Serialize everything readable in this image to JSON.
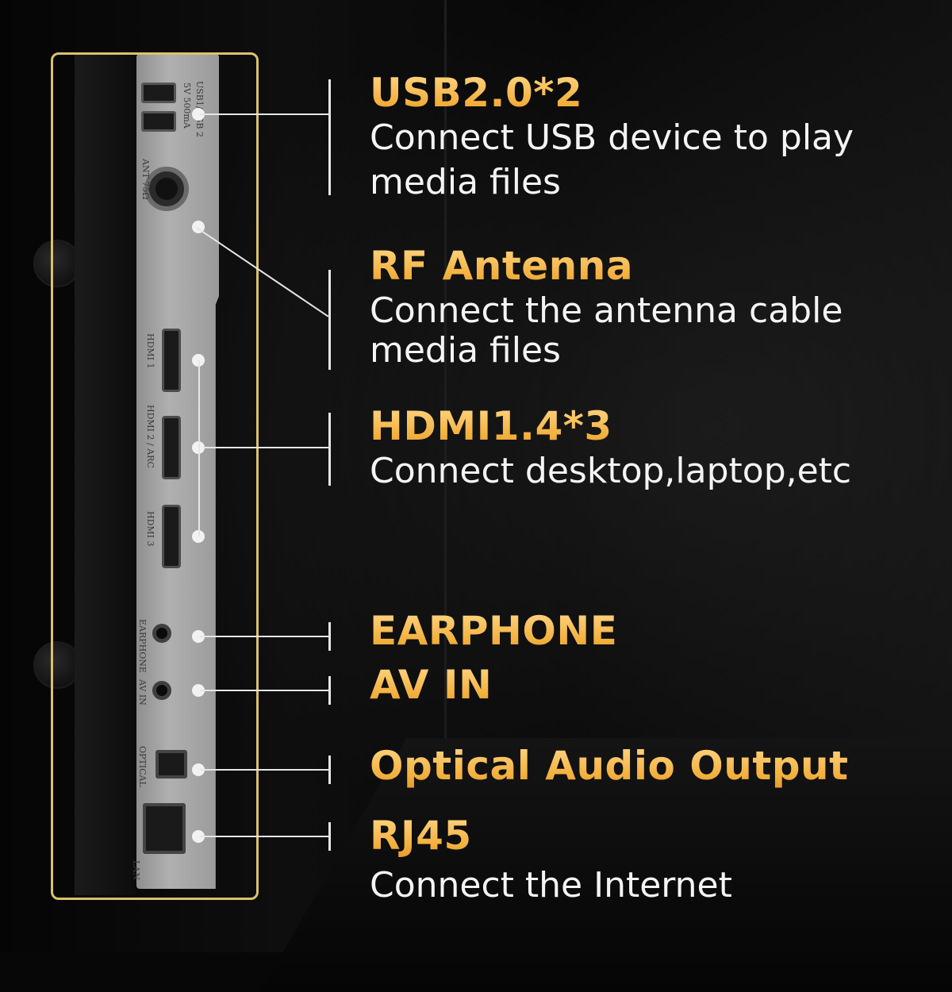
{
  "colors": {
    "accent_gold": "#f2b53f",
    "text_white": "#f4f4f4",
    "highlight_border": "#d9c26b",
    "panel_gray": "#a3a3a3",
    "background": "#070707"
  },
  "panel_labels": {
    "usb": "USB1/USB 2",
    "usb_spec": "5V 500mA",
    "ant": "ANT 75Ω",
    "hdmi1": "HDMI 1",
    "hdmi2": "HDMI 2 / ARC",
    "hdmi3": "HDMI 3",
    "earphone": "EARPHONE",
    "av_in": "AV IN",
    "optical": "OPTICAL",
    "lan": "LAN"
  },
  "callouts": [
    {
      "title": "USB2.0*2",
      "description_lines": [
        "Connect USB device to play",
        "media files"
      ],
      "icon": "usb-port-icon"
    },
    {
      "title": "RF Antenna",
      "description_lines": [
        "Connect the antenna cable",
        "media files"
      ],
      "icon": "rf-antenna-port-icon"
    },
    {
      "title": "HDMI1.4*3",
      "description_lines": [
        "Connect desktop,laptop,etc"
      ],
      "icon": "hdmi-port-icon"
    },
    {
      "title": "EARPHONE",
      "description_lines": [],
      "icon": "earphone-jack-icon"
    },
    {
      "title": "AV IN",
      "description_lines": [],
      "icon": "av-in-jack-icon"
    },
    {
      "title": "Optical Audio Output",
      "description_lines": [],
      "icon": "optical-port-icon"
    },
    {
      "title": "RJ45",
      "description_lines": [
        "Connect the Internet"
      ],
      "icon": "rj45-port-icon"
    }
  ]
}
